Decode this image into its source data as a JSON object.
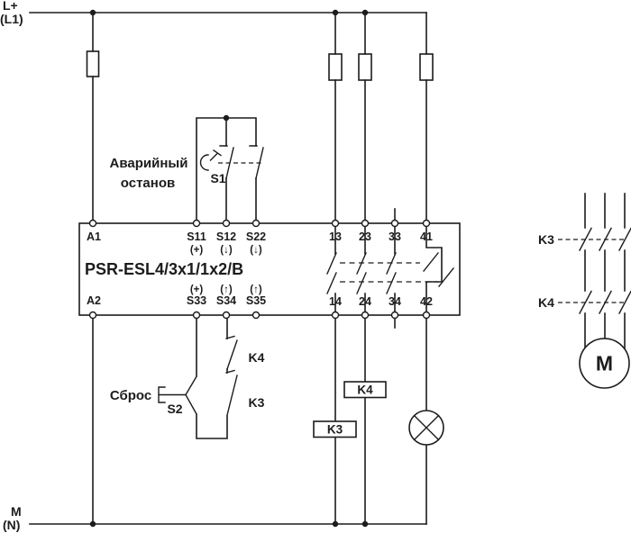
{
  "power_rails": {
    "top_label_line1": "L+",
    "top_label_line2": "(L1)",
    "bottom_label_line1": "M",
    "bottom_label_line2": "(N)"
  },
  "emergency_stop": {
    "label_line1": "Аварийный",
    "label_line2": "останов",
    "switch_id": "S1"
  },
  "reset": {
    "label": "Сброс",
    "switch_id": "S2"
  },
  "safety_relay": {
    "model": "PSR-ESL4/3x1/1x2/B",
    "top_terminals": [
      {
        "label": "A1",
        "sub": ""
      },
      {
        "label": "S11",
        "sub": "(+)"
      },
      {
        "label": "S12",
        "sub": "(↓)"
      },
      {
        "label": "S22",
        "sub": "(↓)"
      },
      {
        "label": "13",
        "sub": ""
      },
      {
        "label": "23",
        "sub": ""
      },
      {
        "label": "33",
        "sub": ""
      },
      {
        "label": "41",
        "sub": ""
      }
    ],
    "bottom_terminals": [
      {
        "label": "A2",
        "sub": ""
      },
      {
        "label": "S33",
        "sub": "(+)"
      },
      {
        "label": "S34",
        "sub": "(↑)"
      },
      {
        "label": "S35",
        "sub": "(↑)"
      },
      {
        "label": "14",
        "sub": ""
      },
      {
        "label": "24",
        "sub": ""
      },
      {
        "label": "34",
        "sub": ""
      },
      {
        "label": "42",
        "sub": ""
      }
    ]
  },
  "feedback_loop": {
    "contact_upper": "K4",
    "contact_lower": "K3"
  },
  "contactor_coils": {
    "left": "K3",
    "right": "K4"
  },
  "motor_circuit": {
    "contactor_row1": "K3",
    "contactor_row2": "K4",
    "motor_label": "M"
  },
  "colors": {
    "line": "#1c1c1c",
    "background": "#ffffff"
  }
}
